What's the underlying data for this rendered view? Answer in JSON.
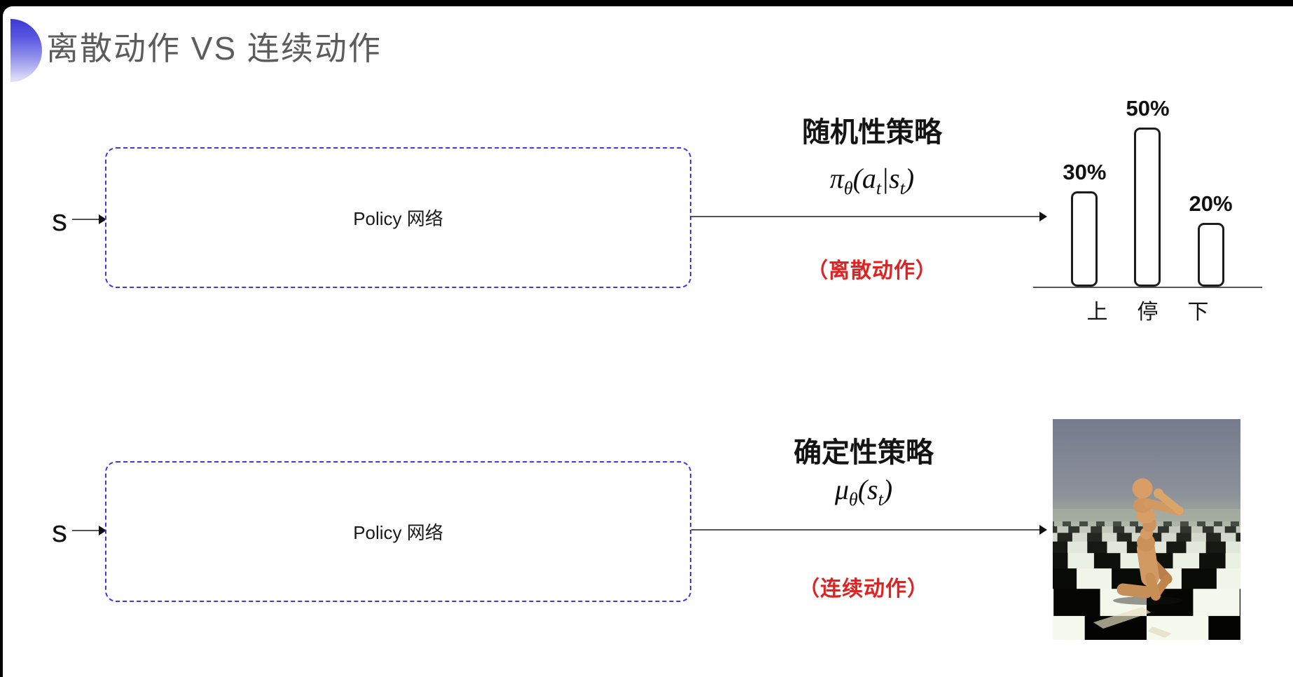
{
  "slide": {
    "title": "离散动作 VS 连续动作"
  },
  "rows": [
    {
      "input_label": "s",
      "box_label": "Policy 网络",
      "policy_title": "随机性策略",
      "formula": "π_θ(a_t|s_t)",
      "action_type": "（离散动作）"
    },
    {
      "input_label": "s",
      "box_label": "Policy 网络",
      "policy_title": "确定性策略",
      "formula": "μ_θ(s_t)",
      "action_type": "（连续动作）"
    }
  ],
  "chart_data": {
    "type": "bar",
    "categories": [
      "上",
      "停",
      "下"
    ],
    "values": [
      30,
      50,
      20
    ],
    "labels": [
      "30%",
      "50%",
      "20%"
    ],
    "title": "",
    "xlabel": "",
    "ylabel": "",
    "ylim": [
      0,
      62
    ],
    "grid": false,
    "legend": false,
    "bar_style": "white fill, black rounded outline"
  },
  "figures": {
    "humanoid_image_name": "mujoco-humanoid-robot-on-checkerboard-floor"
  },
  "colors": {
    "accent_blue": "#3d3bd8",
    "highlight_red": "#e02222",
    "title_gray": "#5c5c5c",
    "deco_gradient_top": "#3c39d6",
    "humanoid_skin": "#d29a63"
  }
}
